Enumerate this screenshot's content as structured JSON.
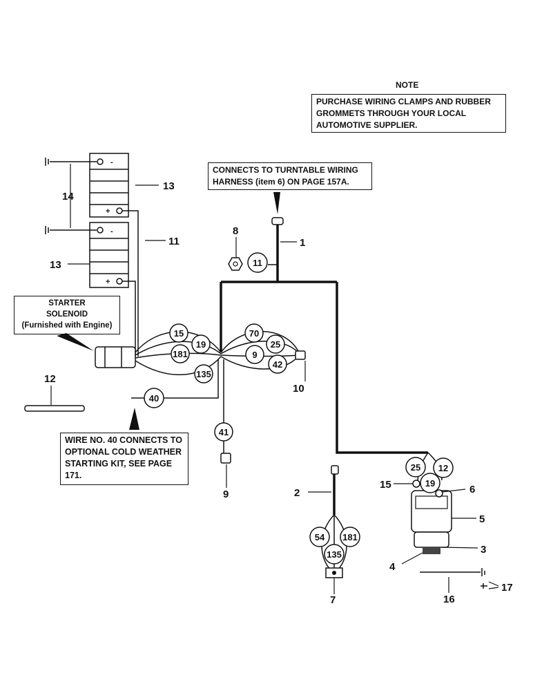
{
  "note": {
    "title": "NOTE",
    "lines": [
      "PURCHASE WIRING CLAMPS AND RUBBER",
      "GROMMETS THROUGH YOUR LOCAL",
      "AUTOMOTIVE SUPPLIER."
    ]
  },
  "turntable_note": {
    "lines": [
      "CONNECTS TO TURNTABLE WIRING",
      "HARNESS (item 6) ON PAGE 157A."
    ]
  },
  "starter_note": {
    "lines": [
      "STARTER",
      "SOLENOID",
      "(Furnished with Engine)"
    ]
  },
  "wire40_note": {
    "lines": [
      "WIRE NO. 40 CONNECTS TO",
      "OPTIONAL COLD WEATHER",
      "STARTING KIT, SEE PAGE",
      "171."
    ]
  },
  "callouts": {
    "c1": "1",
    "c2": "2",
    "c3": "3",
    "c4": "4",
    "c5": "5",
    "c6": "6",
    "c7": "7",
    "c8": "8",
    "c9": "9",
    "c10": "10",
    "c11": "11",
    "c12": "12",
    "c13a": "13",
    "c13b": "13",
    "c14": "14",
    "c15": "15",
    "c16": "16",
    "c17": "17"
  },
  "wire_numbers": {
    "w11": "11",
    "w15": "15",
    "w19": "19",
    "w181": "181",
    "w135": "135",
    "w70": "70",
    "w25": "25",
    "w9": "9",
    "w42": "42",
    "w40": "40",
    "w41": "41",
    "w54": "54",
    "w135b": "135",
    "w181b": "181",
    "w25b": "25",
    "w12": "12",
    "w19b": "19"
  },
  "battery": {
    "minus": "-",
    "plus": "+"
  }
}
